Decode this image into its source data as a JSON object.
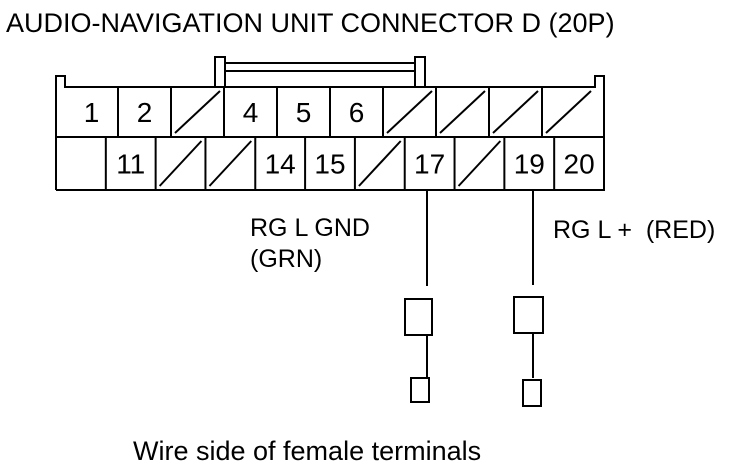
{
  "title": "AUDIO-NAVIGATION UNIT CONNECTOR D (20P)",
  "caption": "Wire side of female terminals",
  "connector": {
    "top_row": [
      "1",
      "2",
      "",
      "4",
      "5",
      "6",
      "",
      "",
      "",
      ""
    ],
    "bottom_row": [
      "",
      "11",
      "",
      "",
      "14",
      "15",
      "",
      "17",
      "",
      "19",
      "20"
    ]
  },
  "wires": [
    {
      "pin": "17",
      "label_line1": "RG L GND",
      "label_line2": "(GRN)"
    },
    {
      "pin": "19",
      "label_line1": "RG L +  (RED)",
      "label_line2": ""
    }
  ]
}
